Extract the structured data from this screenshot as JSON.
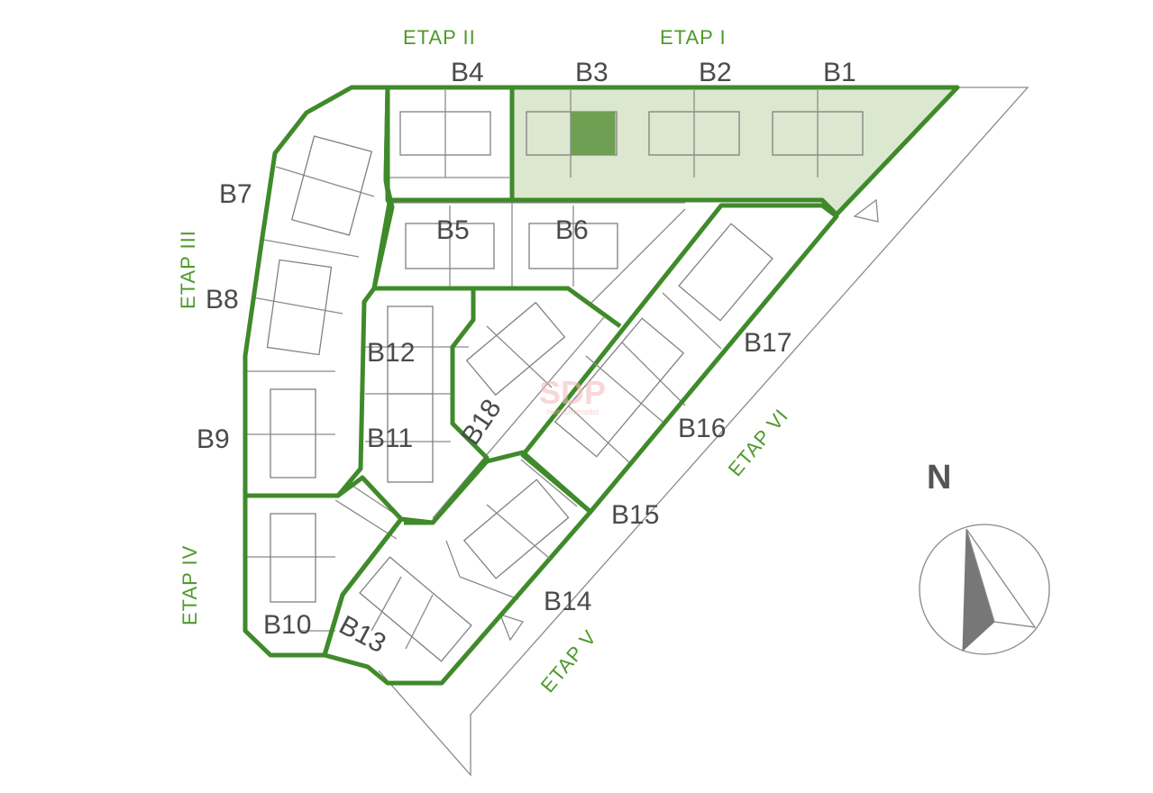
{
  "stages": {
    "etap1": "ETAP I",
    "etap2": "ETAP II",
    "etap3": "ETAP III",
    "etap4": "ETAP IV",
    "etap5": "ETAP V",
    "etap6": "ETAP VI"
  },
  "buildings": {
    "b1": "B1",
    "b2": "B2",
    "b3": "B3",
    "b4": "B4",
    "b5": "B5",
    "b6": "B6",
    "b7": "B7",
    "b8": "B8",
    "b9": "B9",
    "b10": "B10",
    "b11": "B11",
    "b12": "B12",
    "b13": "B13",
    "b14": "B14",
    "b15": "B15",
    "b16": "B16",
    "b17": "B17",
    "b18": "B18"
  },
  "compass": {
    "north_label": "N"
  },
  "watermark": {
    "brand": "SDP",
    "sub": "nieruchomości"
  },
  "colors": {
    "stage_border": "#3f8a2a",
    "stage_label": "#4e9a2b",
    "selected_stage_fill": "#dbe8cf",
    "selected_unit": "#6f9f52",
    "lines": "#8a8a8a"
  }
}
